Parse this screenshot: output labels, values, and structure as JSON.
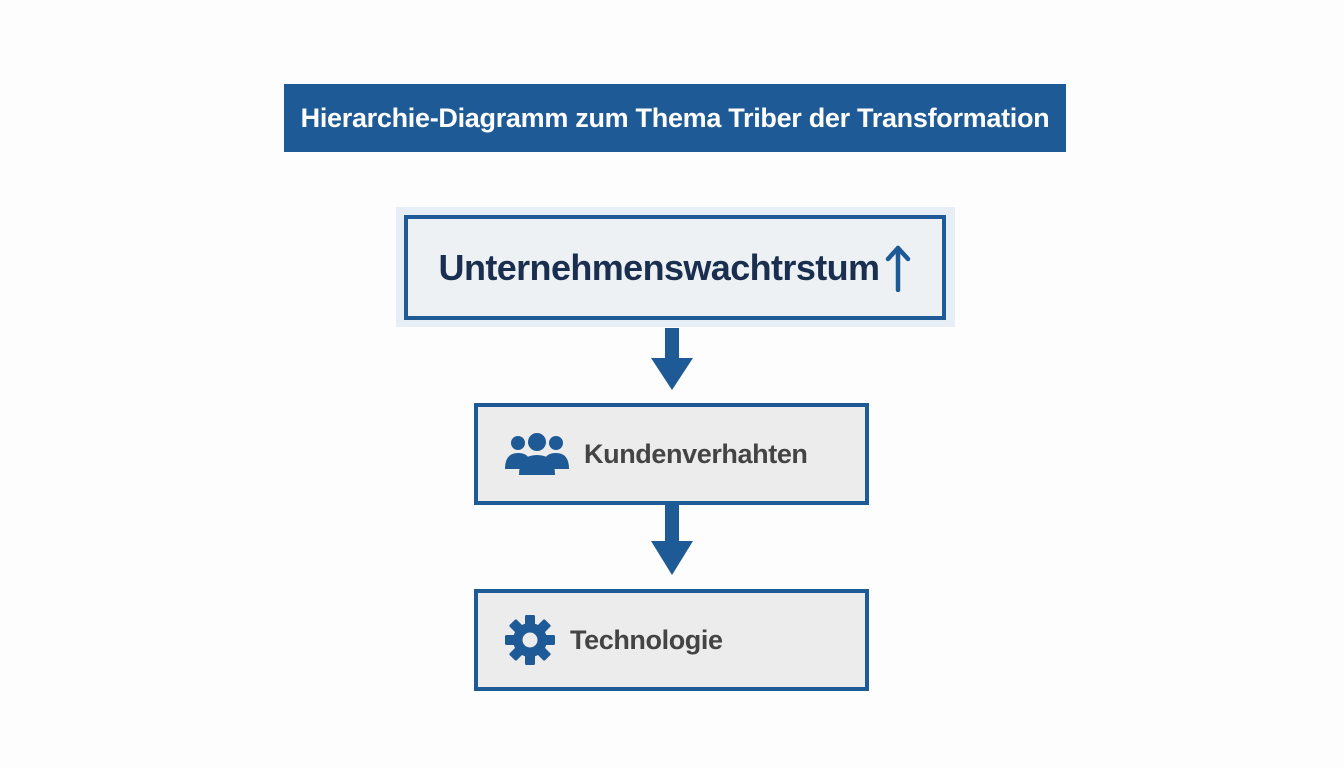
{
  "title": "Hierarchie-Diagramm zum Thema Triber der Transformation",
  "top_node": {
    "label": "Unternehmenswachtrstum",
    "icon": "up-arrow-icon"
  },
  "nodes": [
    {
      "label": "Kundenverhahten",
      "icon": "people-group-icon"
    },
    {
      "label": "Technologie",
      "icon": "gear-icon"
    }
  ],
  "colors": {
    "primary": "#1e5a96",
    "top_text": "#1a2f4f",
    "node_text": "#444444",
    "node_fill": "#ececec",
    "top_fill": "#eef1f4",
    "background": "#fdfdfd"
  }
}
